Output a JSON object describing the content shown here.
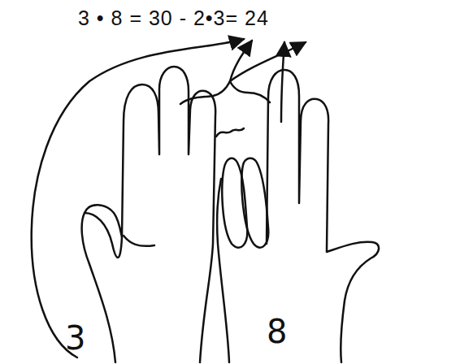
{
  "diagram": {
    "labels": [
      "3 • 8 = 30 - 2•3= 24",
      "3",
      "8"
    ]
  }
}
